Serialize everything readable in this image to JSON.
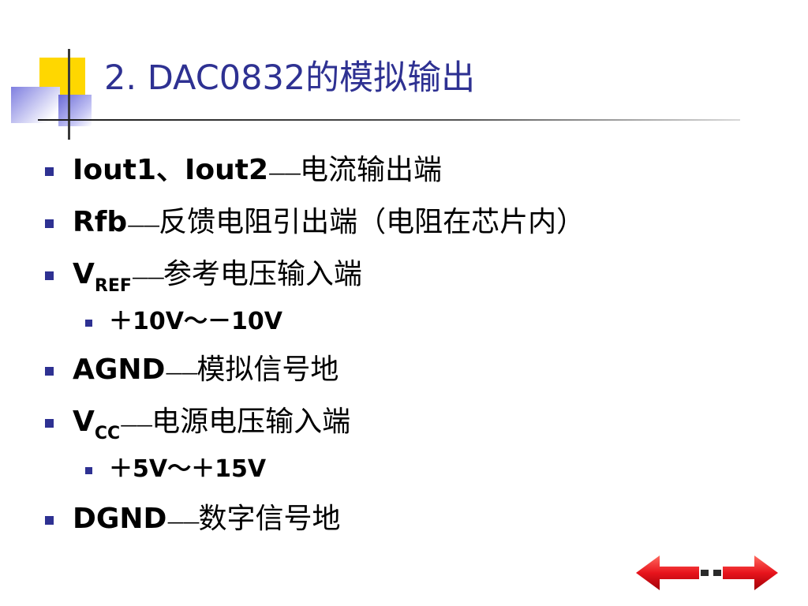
{
  "title": "2. DAC0832的模拟输出",
  "items": [
    {
      "main": "Iout1、Iout2",
      "dash": "——",
      "desc": "电流输出端"
    },
    {
      "main": "Rfb",
      "dash": "——",
      "desc": "反馈电阻引出端（电阻在芯片内）"
    },
    {
      "main": "V",
      "sub": "REF",
      "dash": "——",
      "desc": "参考电压输入端"
    },
    {
      "main": "＋10V～－10V"
    },
    {
      "main": "AGND",
      "dash": "——",
      "desc": "模拟信号地"
    },
    {
      "main": "V",
      "sub": "CC",
      "dash": "——",
      "desc": "电源电压输入端"
    },
    {
      "main": "＋5V～＋15V"
    },
    {
      "main": "DGND",
      "dash": "——",
      "desc": "数字信号地"
    }
  ],
  "nav": {
    "prev_icon": "left-arrow-icon",
    "next_icon": "right-arrow-icon",
    "arrow_color": "#e8141c"
  },
  "accent_color": "#2e3192"
}
